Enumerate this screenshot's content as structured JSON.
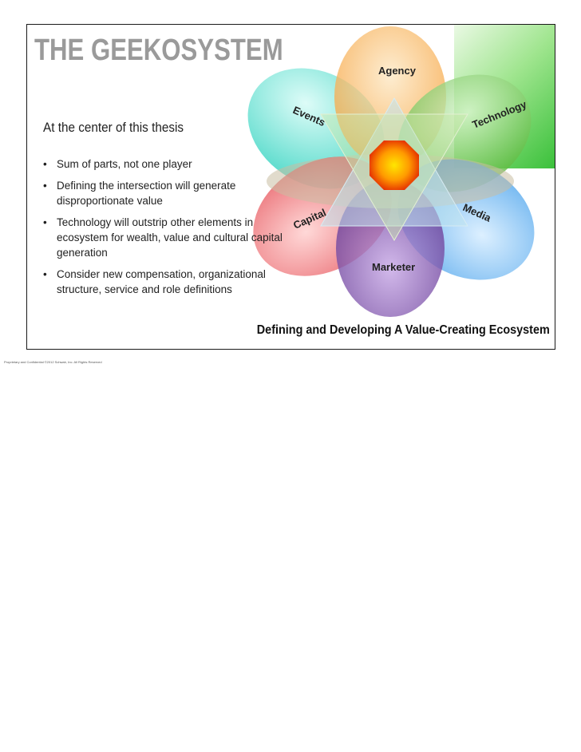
{
  "slide": {
    "title": "THE GEEKOSYSTEM",
    "subtitle": "At the center of this thesis",
    "bullets": [
      "Sum of parts, not one player",
      "Defining the intersection will generate disproportionate value",
      "Technology will outstrip other elements in ecosystem for wealth, value and cultural capital generation",
      "Consider new compensation, organizational structure, service and role definitions"
    ],
    "bullet_glyph": "•",
    "tagline": "Defining and Developing A Value-Creating Ecosystem"
  },
  "diagram": {
    "petals": [
      {
        "label": "Agency",
        "color": "#f7a23c"
      },
      {
        "label": "Technology",
        "color": "#6cc24a"
      },
      {
        "label": "Media",
        "color": "#3ea8f0"
      },
      {
        "label": "Marketer",
        "color": "#6b3d9c"
      },
      {
        "label": "Capital",
        "color": "#e8484e"
      },
      {
        "label": "Events",
        "color": "#3fd9c8"
      }
    ],
    "center_color": "#ff8a00"
  },
  "footer": "Proprietary and Confidential ©2012 Schwab, Inc. All Rights Reserved"
}
